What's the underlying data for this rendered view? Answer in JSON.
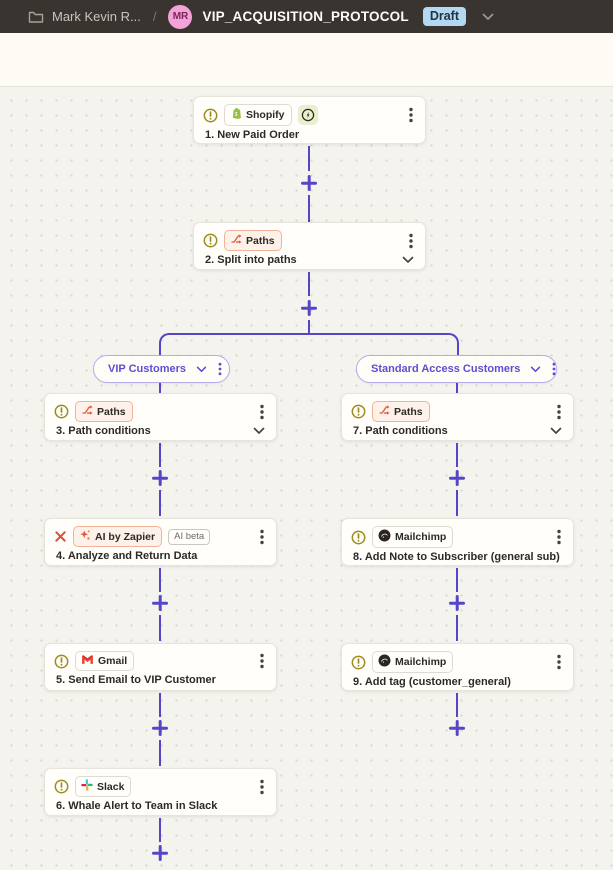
{
  "header": {
    "folder": "Mark Kevin R...",
    "separator": "/",
    "avatar_initials": "MR",
    "title": "VIP_ACQUISITION_PROTOCOL",
    "status_badge": "Draft"
  },
  "branches": [
    {
      "label": "VIP Customers"
    },
    {
      "label": "Standard Access Customers"
    }
  ],
  "nodes": [
    {
      "app": "Shopify",
      "title": "1. New Paid Order"
    },
    {
      "app": "Paths",
      "title": "2. Split into paths"
    },
    {
      "app": "Paths",
      "title": "3. Path conditions"
    },
    {
      "app": "AI by Zapier",
      "badge": "AI beta",
      "title": "4. Analyze and Return Data"
    },
    {
      "app": "Gmail",
      "title": "5. Send Email to VIP Customer"
    },
    {
      "app": "Slack",
      "title": "6. Whale Alert to Team in Slack"
    },
    {
      "app": "Paths",
      "title": "7. Path conditions"
    },
    {
      "app": "Mailchimp",
      "title": "8. Add Note to Subscriber (general sub)"
    },
    {
      "app": "Mailchimp",
      "title": "9. Add tag (customer_general)"
    }
  ],
  "colors": {
    "accent_purple": "#5546c8",
    "paths_orange": "#e0593c",
    "warning_olive": "#9c8b1d",
    "error_red": "#e04b3c",
    "draft_badge_bg": "#b3d9f2",
    "avatar_pink": "#f2a3d7",
    "shopify_green": "#95bf47",
    "topbar_bg": "#3a3430"
  }
}
